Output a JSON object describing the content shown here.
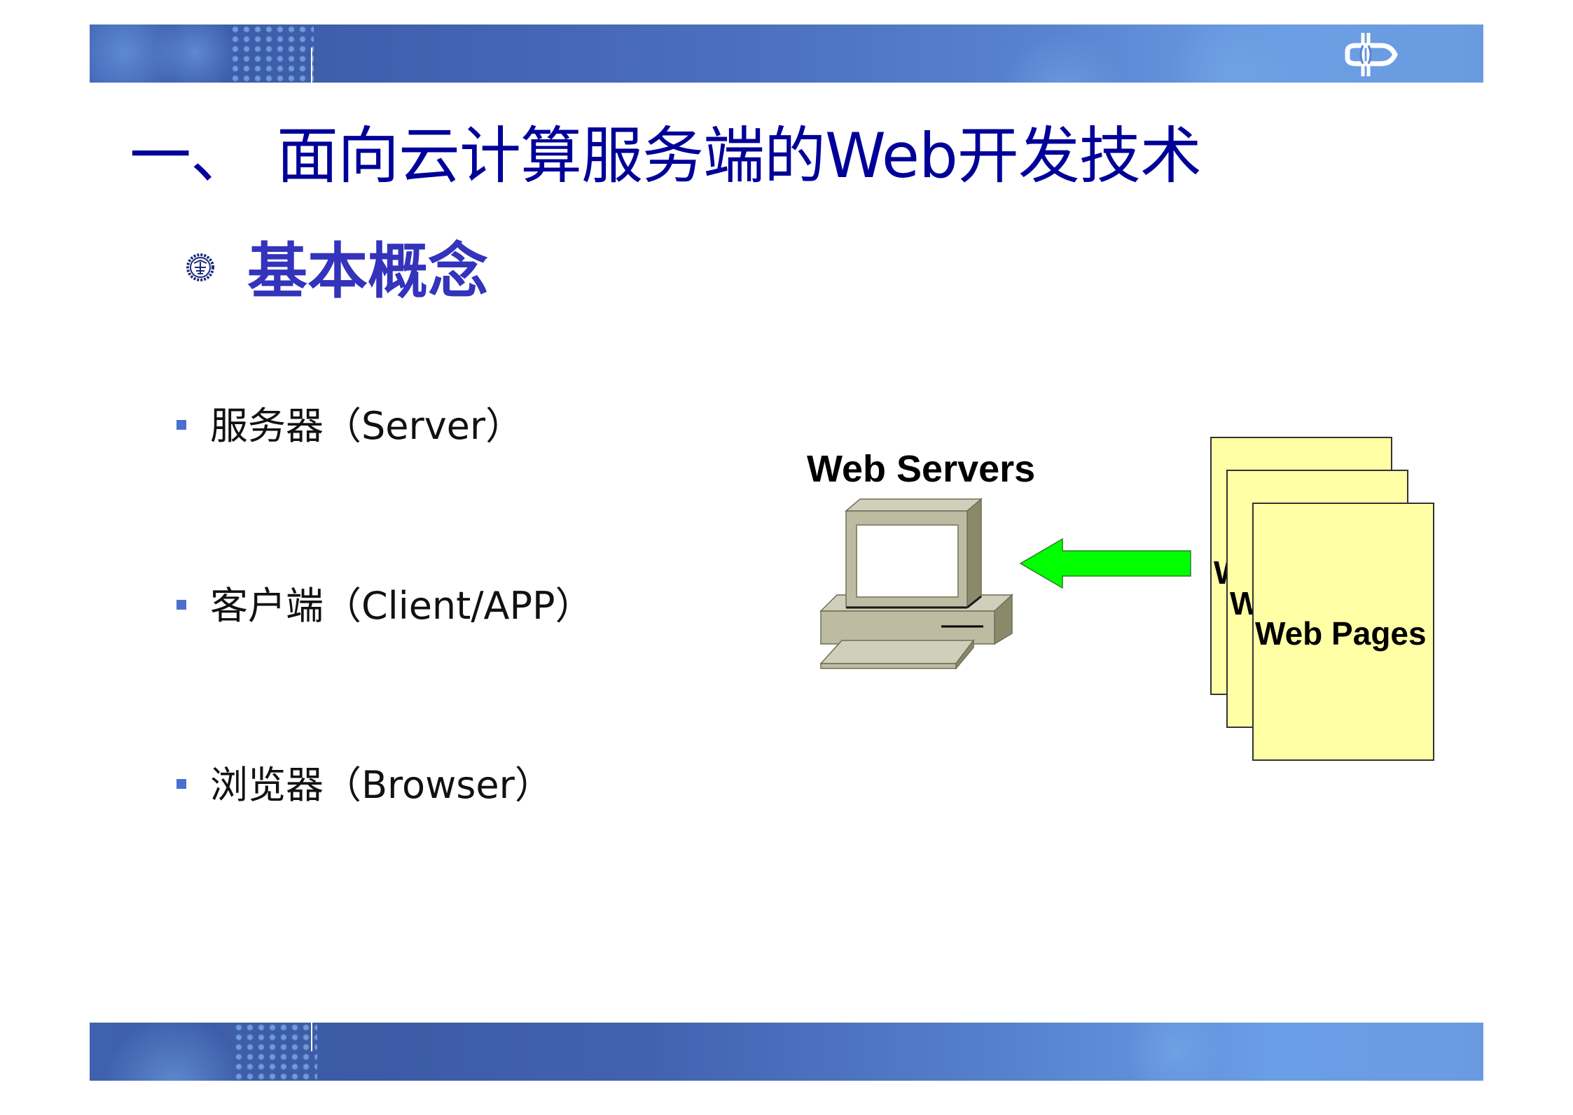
{
  "slide": {
    "title_number": "一、",
    "title_text": "面向云计算服务端的Web开发技术",
    "subtitle": "基本概念",
    "bullets": [
      {
        "label": "服务器（Server）"
      },
      {
        "label": "客户端（Client/APP）"
      },
      {
        "label": "浏览器（Browser）"
      }
    ]
  },
  "diagram": {
    "server_label": "Web Servers",
    "pages_label": "Web Pages",
    "back_page_partial_1": "W",
    "back_page_partial_2": "W",
    "arrow_direction": "left",
    "arrow_color": "#00ff00",
    "page_color": "#ffffa6"
  },
  "icons": {
    "header_logo": "university-logo-icon",
    "subtitle_bullet": "university-emblem-icon",
    "server": "computer-icon",
    "arrow": "arrow-left-icon"
  },
  "colors": {
    "title": "#000099",
    "subtitle": "#3333bb",
    "bullet": "#4a6fcf",
    "banner": "#4a6fbf"
  }
}
